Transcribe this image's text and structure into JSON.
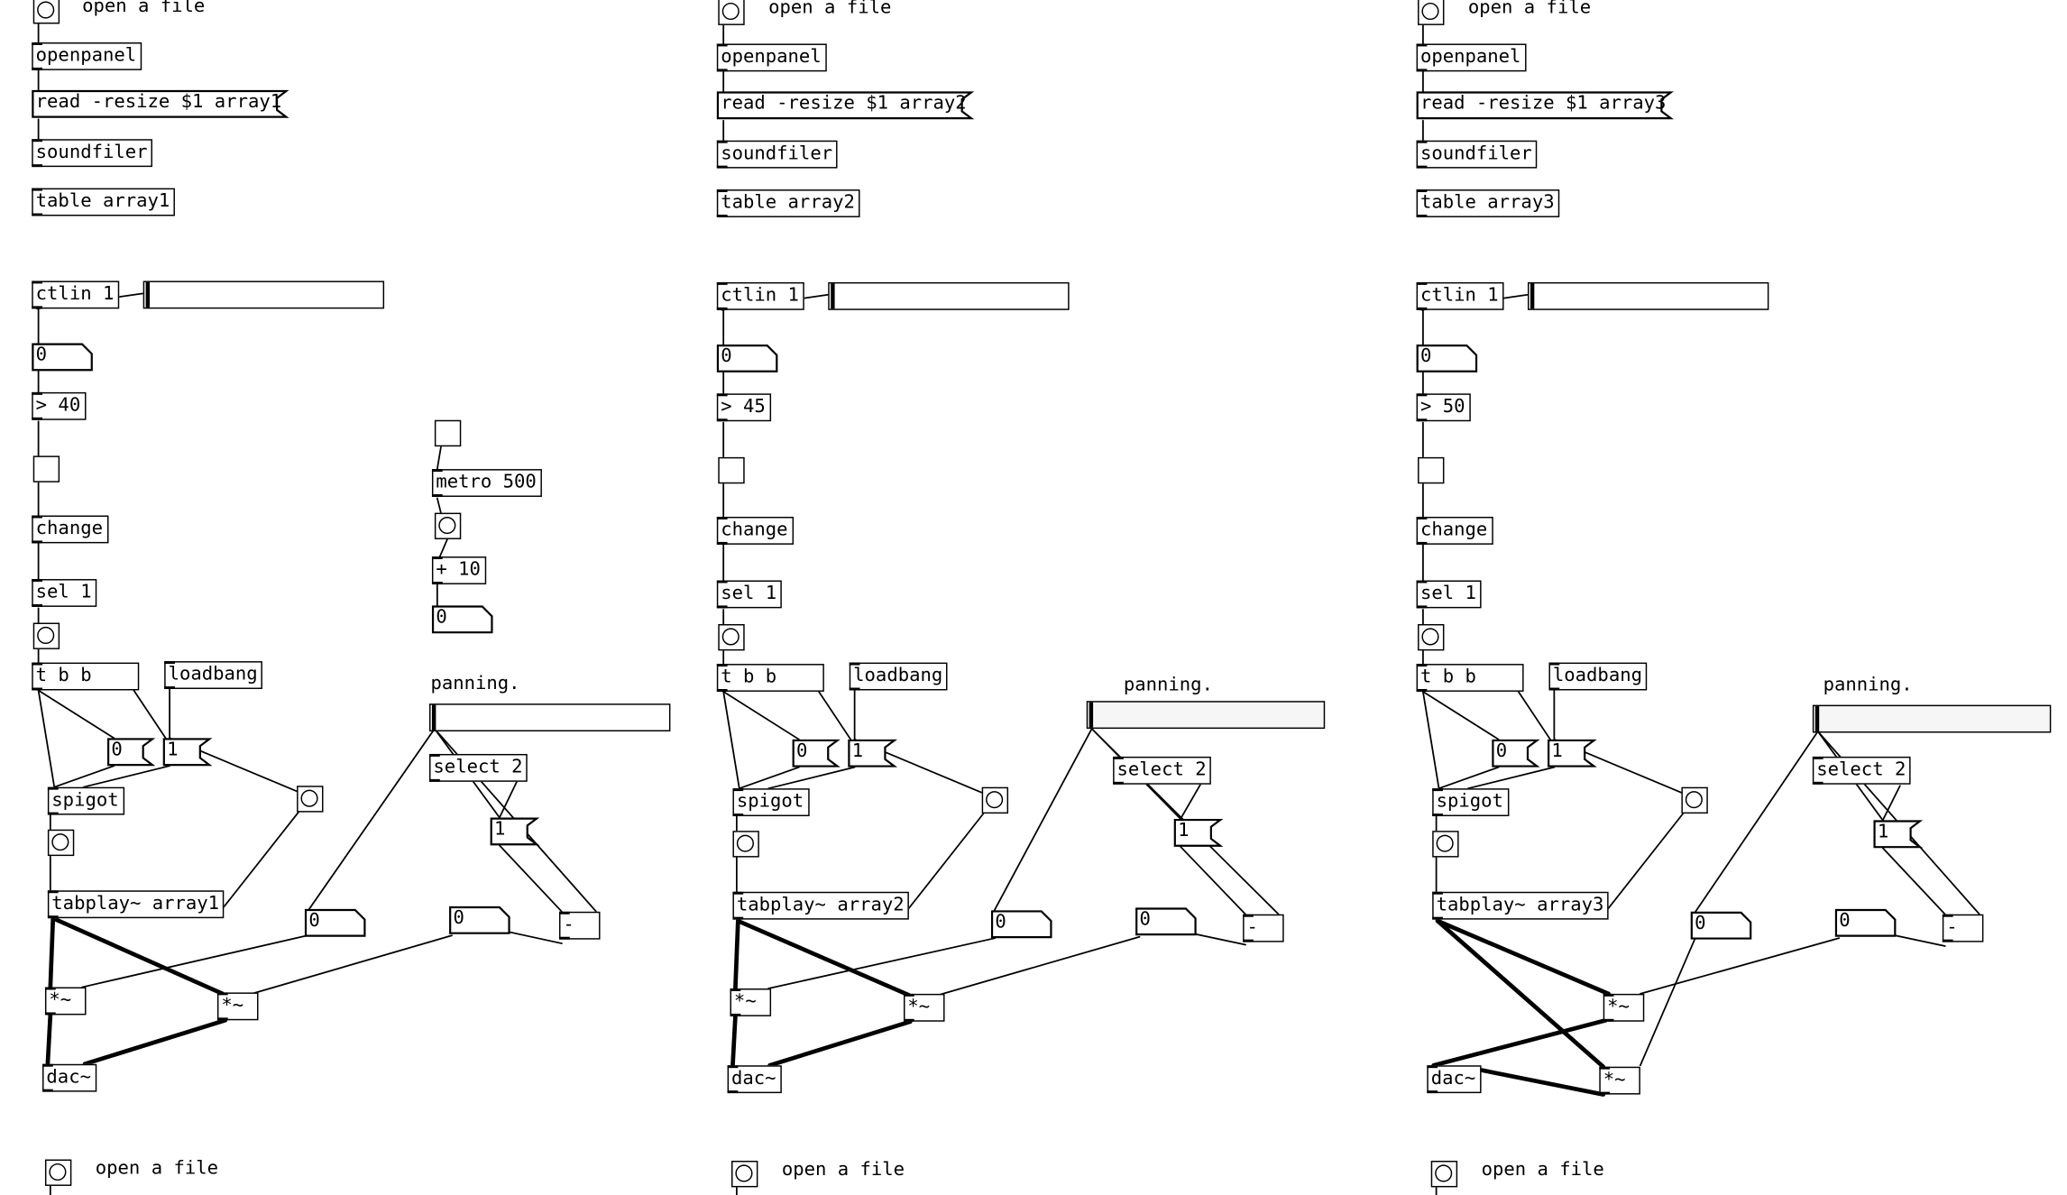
{
  "labels": {
    "open_a_file": "open a file",
    "openpanel": "openpanel",
    "soundfiler": "soundfiler",
    "ctlin": "ctlin 1",
    "change": "change",
    "sel1": "sel 1",
    "tbb": "t b b",
    "loadbang": "loadbang",
    "spigot": "spigot",
    "select2": "select 2",
    "minus": "-",
    "mult": "*~",
    "dac": "dac~",
    "panning": "panning.",
    "metro": "metro 500",
    "plus10": "+ 10",
    "zero": "0",
    "one": "1"
  },
  "patches": [
    {
      "read": "read -resize $1 array1",
      "table": "table array1",
      "threshold": "> 40",
      "tabplay": "tabplay~ array1"
    },
    {
      "read": "read -resize $1 array2",
      "table": "table array2",
      "threshold": "> 45",
      "tabplay": "tabplay~ array2"
    },
    {
      "read": "read -resize $1 array3",
      "table": "table array3",
      "threshold": "> 50",
      "tabplay": "tabplay~ array3"
    }
  ]
}
